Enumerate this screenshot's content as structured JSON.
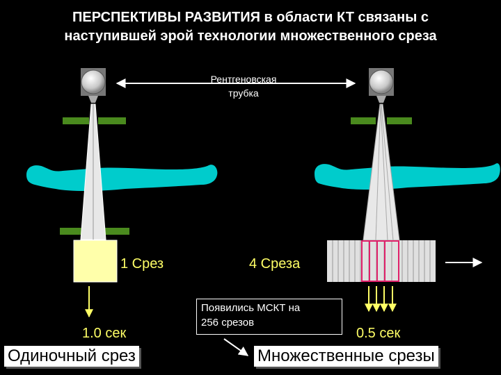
{
  "title": {
    "line1": "ПЕРСПЕКТИВЫ РАЗВИТИЯ в области КТ связаны с",
    "line2": "наступившей эрой технологии множественного среза"
  },
  "tube_label": {
    "line1": "Рентгеновская",
    "line2": "трубка"
  },
  "single": {
    "slices_label": "1 Срез",
    "time": "1.0 сек",
    "caption": "Одиночный срез"
  },
  "multi": {
    "slices_label": "4 Среза",
    "time": "0.5 сек",
    "caption": "Множественные срезы",
    "note_line1": "Появились  МСКТ на",
    "note_line2": "256 срезов"
  },
  "colors": {
    "background": "#000000",
    "body": "#00cccc",
    "collimator": "#4a8a1e",
    "detector_single": "#ffffaa",
    "detector_row_highlight": "#e0206a",
    "text_yellow": "#ffff66"
  },
  "icons": [
    "xray-tube-icon",
    "patient-body-icon",
    "arrow-icon"
  ]
}
